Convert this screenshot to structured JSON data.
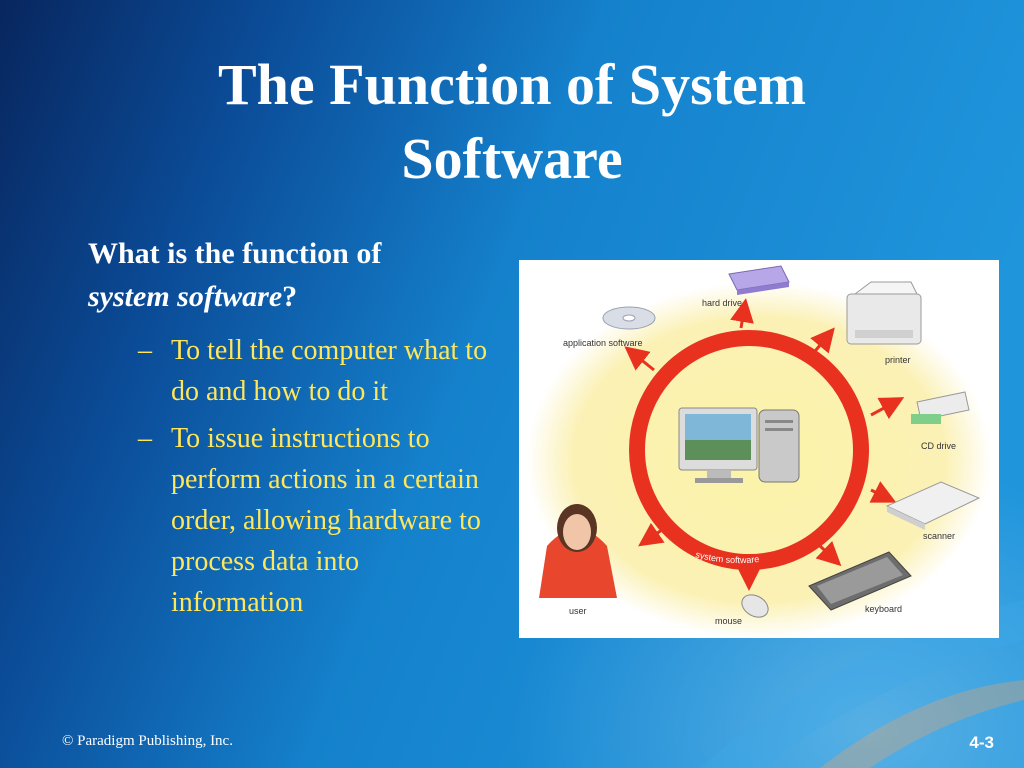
{
  "slide": {
    "title_line1": "The Function of System",
    "title_line2": "Software",
    "question_bold": "What is the function of",
    "question_italic": "system software",
    "question_end": "?",
    "bullets": [
      "To tell the computer what to do and how to do it",
      "To issue instructions to perform actions in a certain order, allowing hardware to process data into information"
    ],
    "bullet_marker": "–",
    "footer": "© Paradigm Publishing, Inc.",
    "slide_number": "4-3"
  },
  "diagram": {
    "ring_label": "system software",
    "labels": {
      "hard_drive": "hard drive",
      "application_software": "application software",
      "printer": "printer",
      "cd_drive": "CD drive",
      "scanner": "scanner",
      "keyboard": "keyboard",
      "mouse": "mouse",
      "user": "user"
    }
  },
  "colors": {
    "background": "#0f6fb8",
    "title": "#ffffff",
    "bullet_text": "#ffe65a",
    "ring": "#e8311e",
    "figure_glow": "#fbf3a8"
  }
}
